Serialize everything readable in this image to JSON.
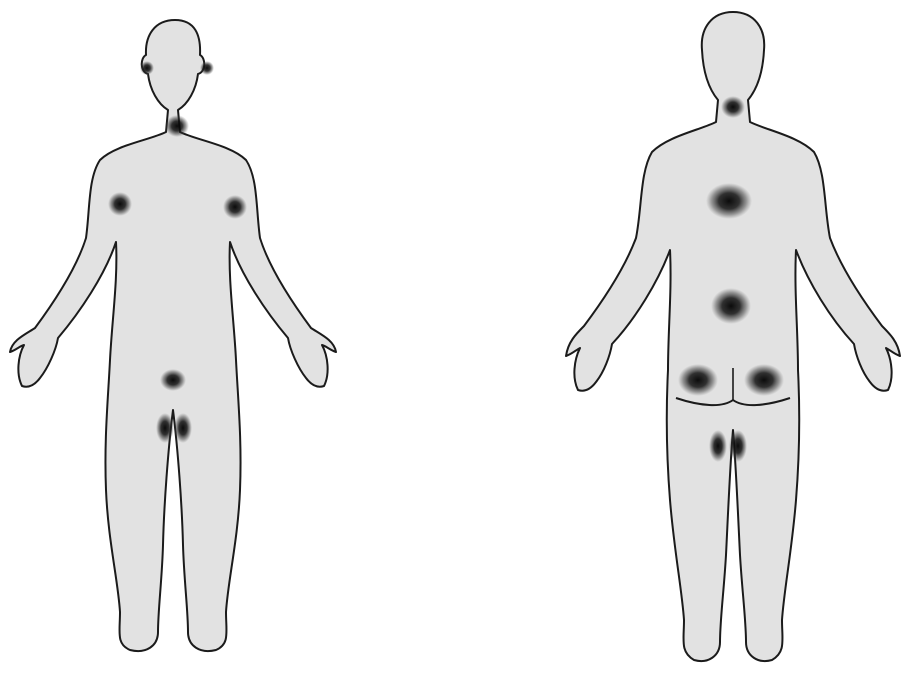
{
  "colors": {
    "background": "#ffffff",
    "body_fill": "#e2e2e2",
    "outline": "#1b1b1b",
    "marker": "#111111"
  },
  "figures": [
    {
      "view": "front",
      "markers": [
        "left-ear",
        "right-ear",
        "throat",
        "left-shoulder",
        "right-shoulder",
        "groin",
        "left-inner-thigh",
        "right-inner-thigh"
      ]
    },
    {
      "view": "back",
      "markers": [
        "upper-neck",
        "upper-back",
        "lower-back",
        "left-buttock",
        "right-buttock",
        "left-back-thigh",
        "right-back-thigh"
      ]
    }
  ]
}
